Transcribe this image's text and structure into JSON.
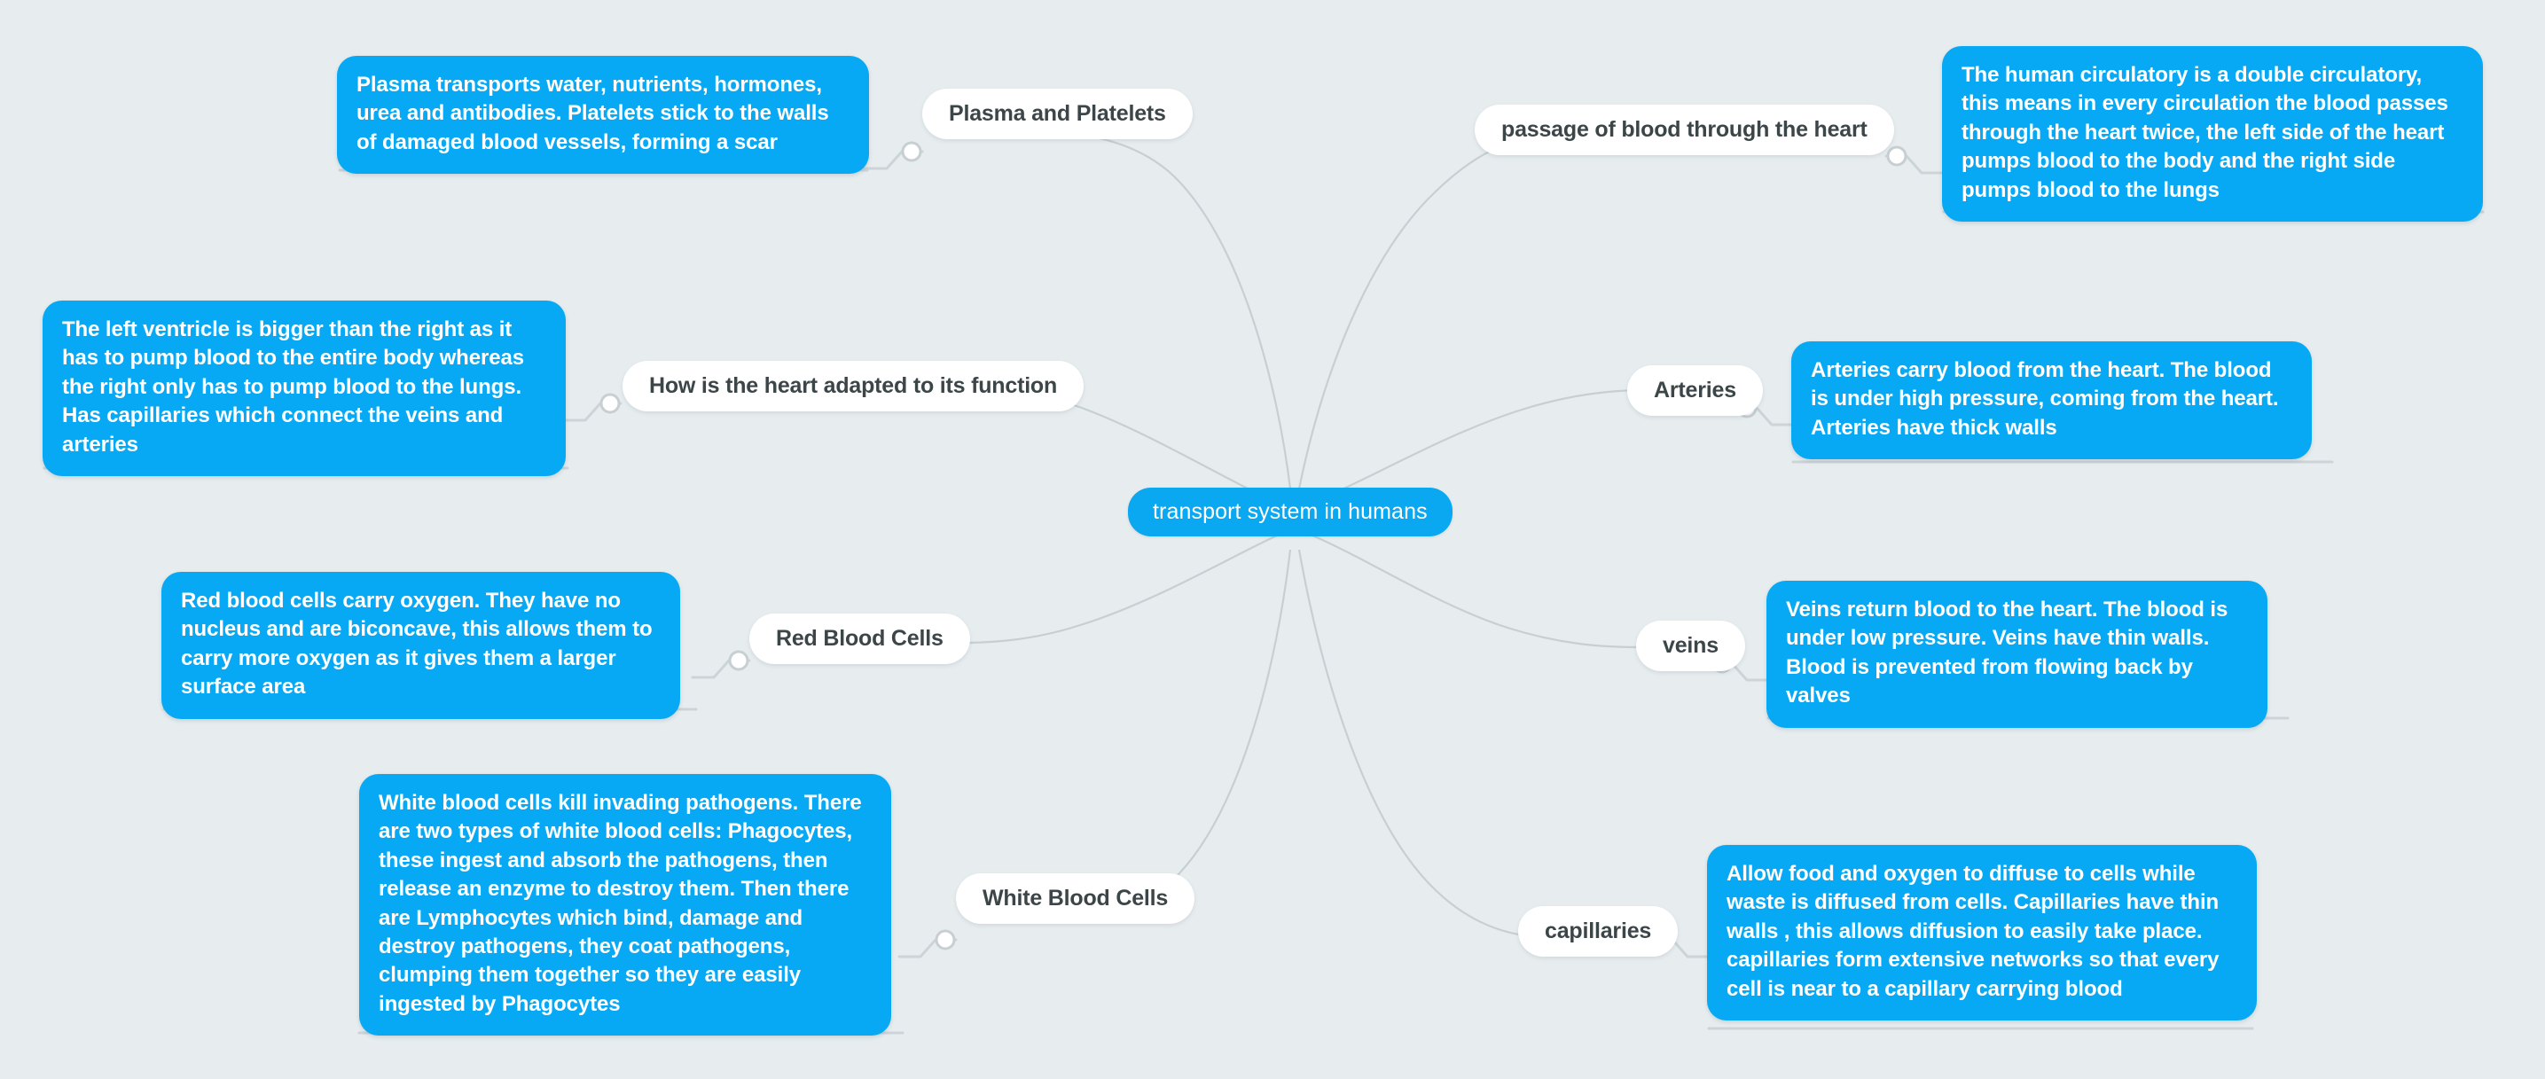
{
  "background_color": "#e7edef",
  "accent_color": "#07a9f4",
  "root_color": "#0aa8f0",
  "pill_text_color": "#3c4548",
  "edge_color": "#c7cfd2",
  "root": {
    "label": "transport system in humans"
  },
  "branches": [
    {
      "id": "plasma-and-platelets",
      "topic": "Plasma and Platelets",
      "detail": "Plasma transports water, nutrients, hormones, urea and antibodies. Platelets stick to the walls of damaged blood vessels, forming a scar"
    },
    {
      "id": "passage-of-blood-through-the-heart",
      "topic": "passage of blood through the heart",
      "detail": "The human circulatory is a double circulatory, this means in every circulation the blood passes through the heart twice, the left side of the heart pumps blood to the body and the right side pumps blood to the lungs"
    },
    {
      "id": "how-is-the-heart-adapted-to-its-function",
      "topic": "How is the heart adapted to its function",
      "detail": "The left ventricle is bigger than the right as it has to pump blood to the entire body whereas the right only has to pump blood to the lungs. Has capillaries which connect the veins and arteries"
    },
    {
      "id": "arteries",
      "topic": "Arteries",
      "detail": "Arteries carry blood from the heart. The blood is under high pressure, coming from the heart. Arteries have thick walls"
    },
    {
      "id": "red-blood-cells",
      "topic": "Red Blood Cells",
      "detail": "Red blood cells carry oxygen. They have no nucleus and are biconcave, this allows them to carry more oxygen as it gives them a larger surface area"
    },
    {
      "id": "veins",
      "topic": "veins",
      "detail": "Veins return blood to the heart. The blood is under low pressure. Veins have thin walls. Blood is prevented from flowing back by valves"
    },
    {
      "id": "white-blood-cells",
      "topic": "White Blood Cells",
      "detail": "White blood cells kill invading pathogens. There are two types of white blood cells: Phagocytes, these ingest and absorb the pathogens, then release an enzyme to destroy them. Then there are Lymphocytes which bind, damage and destroy pathogens, they coat pathogens, clumping them together so they are easily ingested by Phagocytes"
    },
    {
      "id": "capillaries",
      "topic": "capillaries",
      "detail": "Allow food and oxygen to diffuse to cells while waste is diffused from cells. Capillaries have thin walls , this allows diffusion to easily take place. capillaries form extensive networks so that every cell is near to a capillary carrying blood"
    }
  ]
}
